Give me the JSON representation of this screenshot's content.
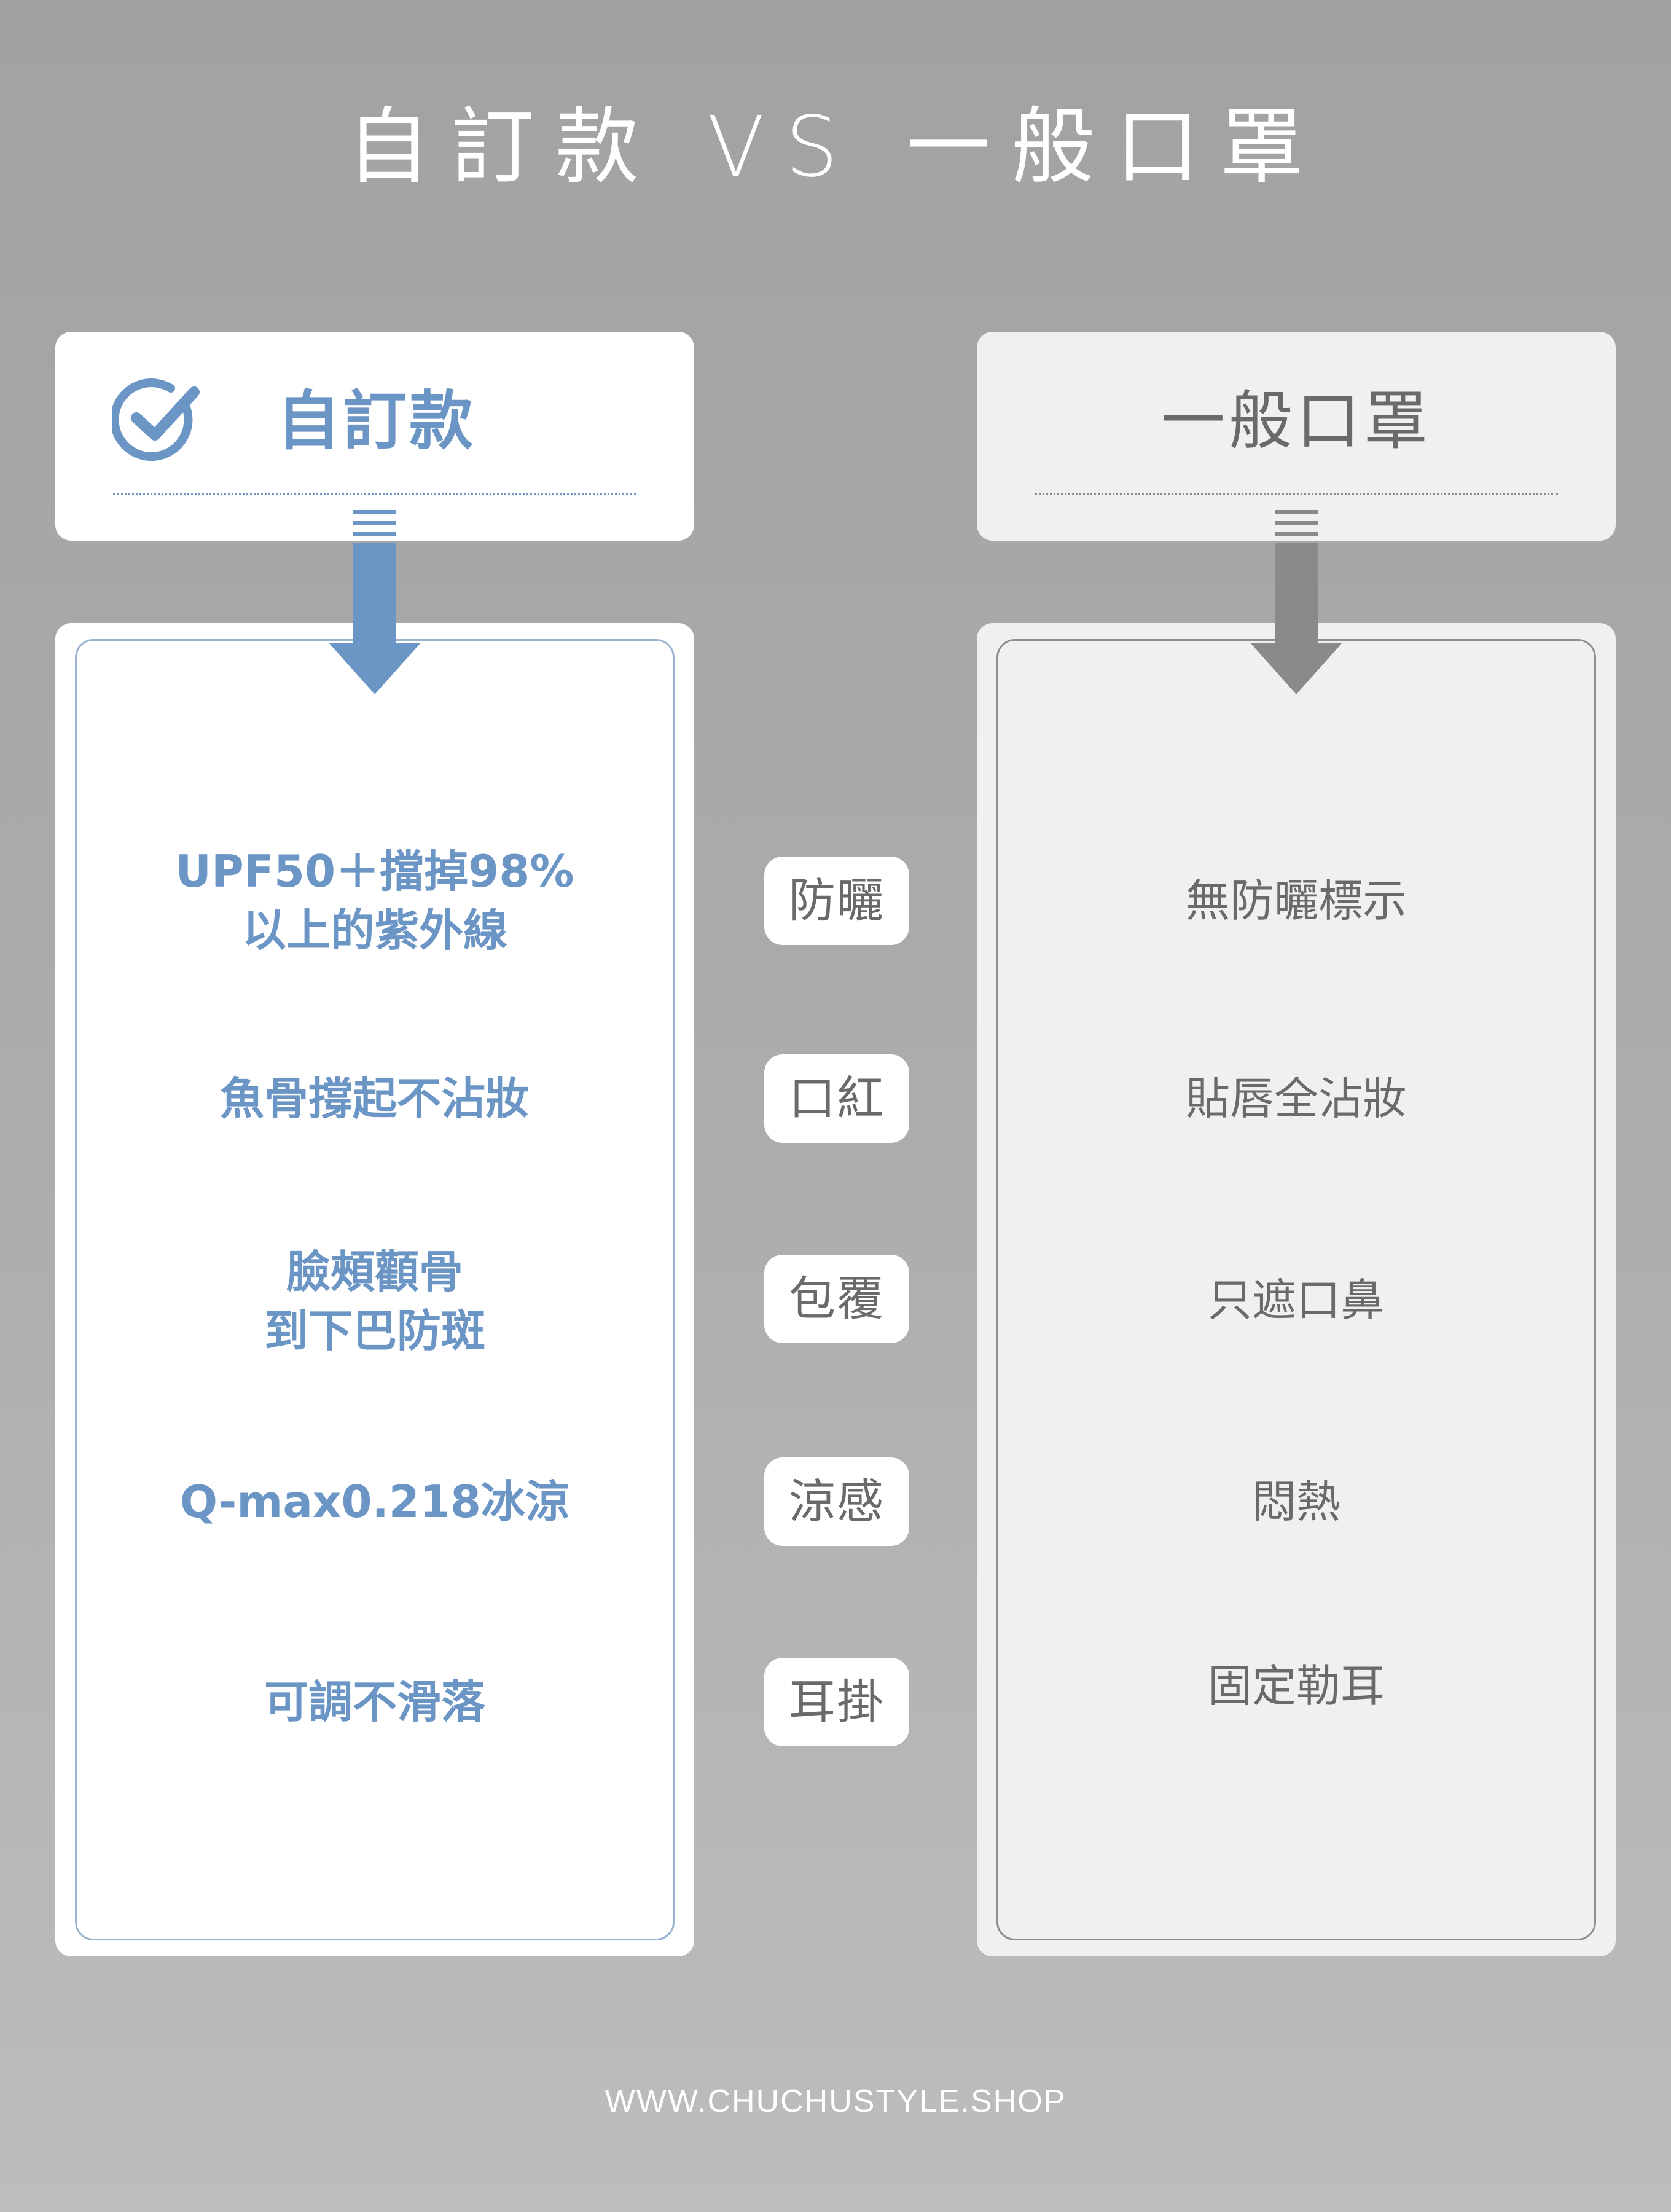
{
  "title": "自訂款 VS 一般口罩",
  "left_header": {
    "title": "自訂款",
    "icon": "check-circle-icon",
    "color": "#6a95c4"
  },
  "right_header": {
    "title": "一般口罩",
    "color": "#6a6a6a"
  },
  "rows": [
    {
      "category": "防曬",
      "custom": [
        "UPF50＋擋掉98%",
        "以上的紫外線"
      ],
      "general": "無防曬標示"
    },
    {
      "category": "口紅",
      "custom": [
        "魚骨撐起不沾妝"
      ],
      "general": "貼唇全沾妝"
    },
    {
      "category": "包覆",
      "custom": [
        "臉頰顴骨",
        "到下巴防斑"
      ],
      "general": "只遮口鼻"
    },
    {
      "category": "涼感",
      "custom": [
        "Q-max0.218冰涼"
      ],
      "general": "悶熱"
    },
    {
      "category": "耳掛",
      "custom": [
        "可調不滑落"
      ],
      "general": "固定勒耳"
    }
  ],
  "footer": {
    "url": "WWW.CHUCHUSTYLE.SHOP"
  },
  "colors": {
    "accent_blue": "#6a95c4",
    "neutral_gray": "#6a6a6a",
    "arrow_gray": "#8a8a8a"
  }
}
